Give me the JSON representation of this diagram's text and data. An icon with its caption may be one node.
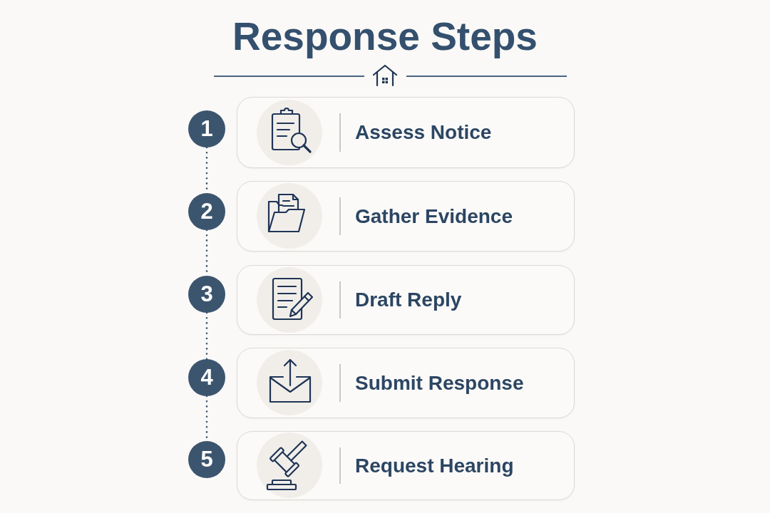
{
  "diagram": {
    "title": "Response Steps",
    "nodes": [
      {
        "text": [
          "1"
        ]
      },
      {
        "text": [
          "Assess Notice"
        ]
      },
      {
        "text": [
          "2"
        ]
      },
      {
        "text": [
          "Gather Evidence"
        ]
      },
      {
        "text": [
          "3"
        ]
      },
      {
        "text": [
          "Draft Reply"
        ]
      },
      {
        "text": [
          "4"
        ]
      },
      {
        "text": [
          "Submit Response"
        ]
      },
      {
        "text": [
          "5"
        ]
      },
      {
        "text": [
          "Request Hearing"
        ]
      }
    ],
    "edges": [
      {
        "from": 0,
        "to": 2,
        "arrow": "none",
        "style": "dashed"
      },
      {
        "from": 2,
        "to": 4,
        "arrow": "none",
        "style": "dashed"
      },
      {
        "from": 4,
        "to": 6,
        "arrow": "none",
        "style": "dashed"
      },
      {
        "from": 6,
        "to": 8,
        "arrow": "none",
        "style": "dashed"
      }
    ]
  }
}
